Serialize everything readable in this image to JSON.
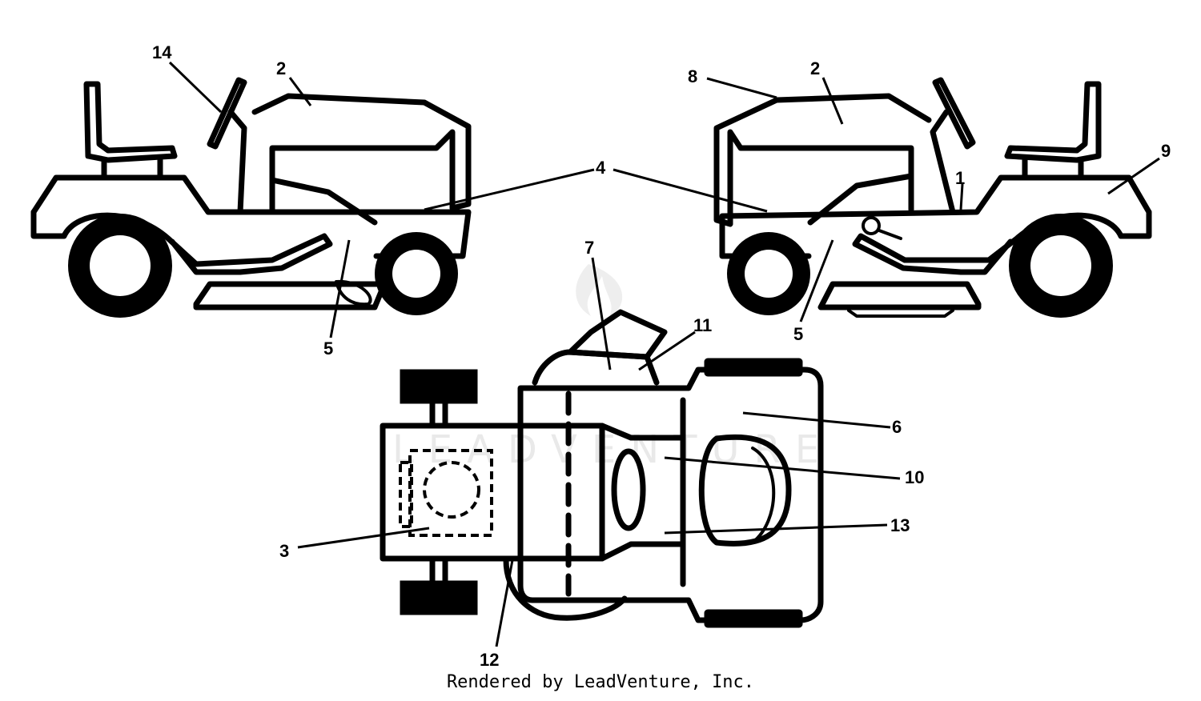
{
  "callouts": [
    "14",
    "2",
    "4",
    "5",
    "8",
    "2",
    "4",
    "1",
    "9",
    "5",
    "7",
    "11",
    "6",
    "10",
    "13",
    "3",
    "12"
  ],
  "watermark": "LEADVENTURE",
  "footer": "Rendered by LeadVenture, Inc."
}
